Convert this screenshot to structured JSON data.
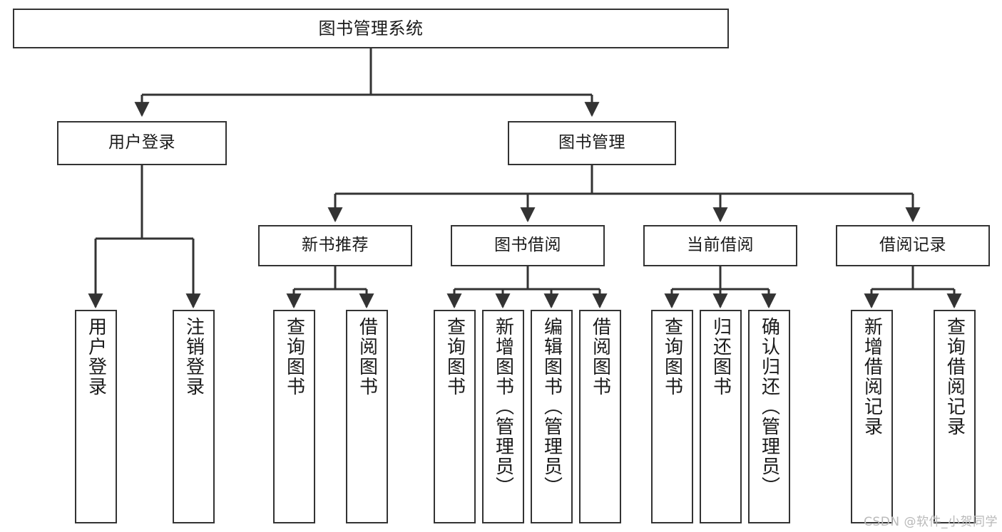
{
  "diagram": {
    "title": "图书管理系统",
    "type": "tree-hierarchy-diagram",
    "colors": {
      "stroke": "#333333",
      "fill": "#ffffff",
      "text": "#1a1a1a",
      "watermark": "#b9b9b9"
    },
    "watermark": "CSDN @软件_小贺同学",
    "levels": {
      "root": {
        "label": "图书管理系统"
      },
      "level1": [
        {
          "label": "用户登录"
        },
        {
          "label": "图书管理"
        }
      ],
      "level2": [
        {
          "label": "新书推荐"
        },
        {
          "label": "图书借阅"
        },
        {
          "label": "当前借阅"
        },
        {
          "label": "借阅记录"
        }
      ],
      "leaves": {
        "user_login": [
          {
            "label": "用户登录"
          },
          {
            "label": "注销登录"
          }
        ],
        "new_book_recommend": [
          {
            "label": "查询图书"
          },
          {
            "label": "借阅图书"
          }
        ],
        "book_borrow": [
          {
            "label": "查询图书"
          },
          {
            "label": "新增图书（管理员）"
          },
          {
            "label": "编辑图书（管理员）"
          },
          {
            "label": "借阅图书"
          }
        ],
        "current_borrow": [
          {
            "label": "查询图书"
          },
          {
            "label": "归还图书"
          },
          {
            "label": "确认归还（管理员）"
          }
        ],
        "borrow_record": [
          {
            "label": "新增借阅记录"
          },
          {
            "label": "查询借阅记录"
          }
        ]
      }
    }
  }
}
